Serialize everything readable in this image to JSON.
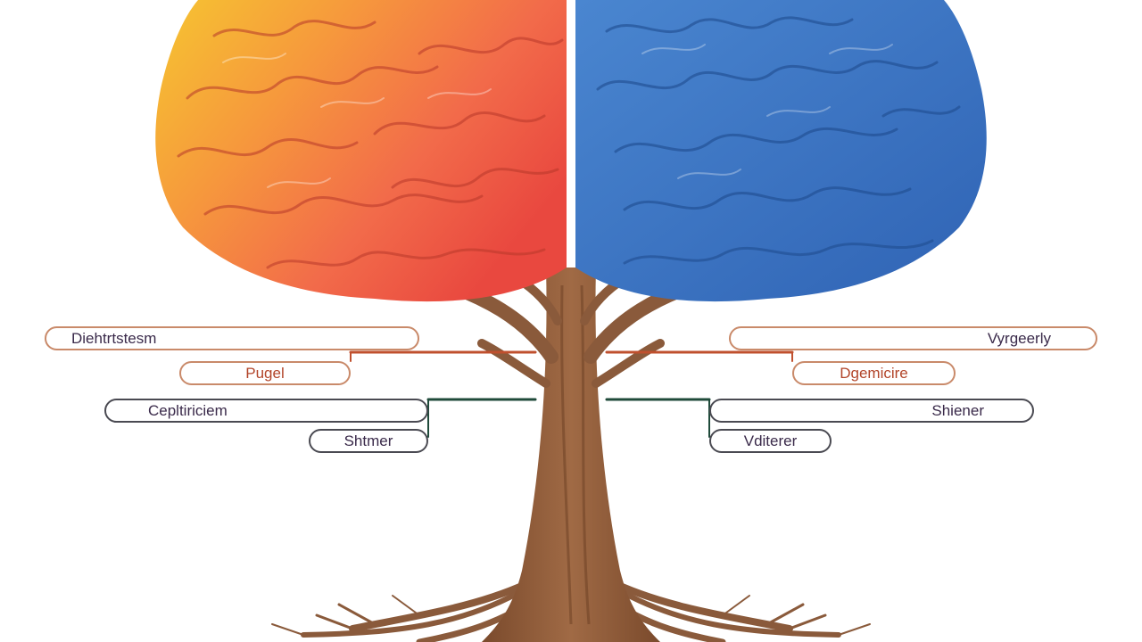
{
  "diagram": {
    "left_hemisphere_color": "#f26b3a",
    "right_hemisphere_color": "#3f78c4",
    "trunk_color": "#8a5a3b",
    "connector_orange": "#c0502e",
    "connector_green": "#1f4a3a"
  },
  "labels": {
    "left": [
      {
        "text": "Diehtrtstesm"
      },
      {
        "text": "Pugel"
      },
      {
        "text": "Cepltiriciem"
      },
      {
        "text": "Shtmer"
      }
    ],
    "right": [
      {
        "text": "Vyrgeerly"
      },
      {
        "text": "Dgemicire"
      },
      {
        "text": "Shiener"
      },
      {
        "text": "Vditerer"
      }
    ]
  }
}
